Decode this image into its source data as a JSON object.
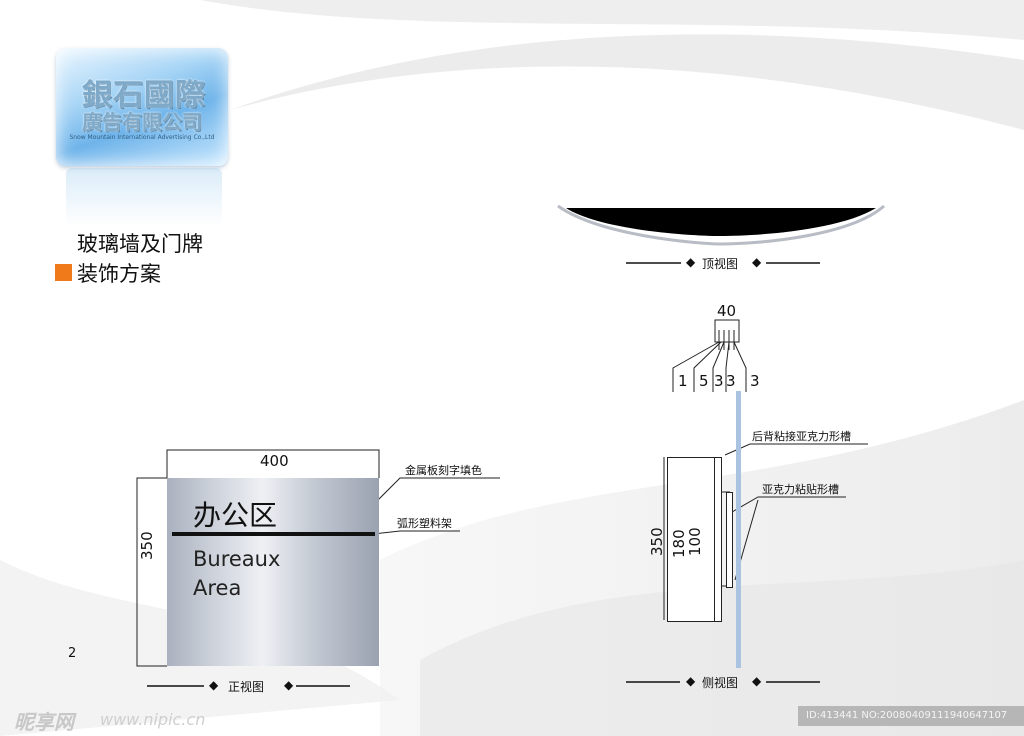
{
  "logo": {
    "line1": "銀石國際",
    "line2": "廣告有限公司",
    "line3": "Snow Mountain International Advertising Co.,Ltd"
  },
  "title": {
    "line1": "玻璃墙及门牌",
    "line2": "装饰方案"
  },
  "page_number": "2",
  "front_view": {
    "width_dim": "400",
    "height_dim": "350",
    "sign_text_cn": "办公区",
    "sign_text_en_1": "Bureaux",
    "sign_text_en_2": "Area",
    "label_metal": "金属板刻字填色",
    "label_frame": "弧形塑料架",
    "caption": "正视图"
  },
  "top_view": {
    "caption": "顶视图"
  },
  "side_view": {
    "top_dim": "40",
    "sub_dims": [
      "1",
      "5",
      "3",
      "3",
      "3"
    ],
    "dim_350": "350",
    "dim_180": "180",
    "dim_100": "100",
    "label_back": "后背粘接亚克力形槽",
    "label_acrylic": "亚克力粘贴形槽",
    "caption": "侧视图"
  },
  "watermark": {
    "brand": "昵享网",
    "url": "www.nipic.cn",
    "id": "ID:413441 NO:20080409111940647107"
  },
  "colors": {
    "accent": "#f07a1a",
    "glass": "#a9c3e0"
  }
}
